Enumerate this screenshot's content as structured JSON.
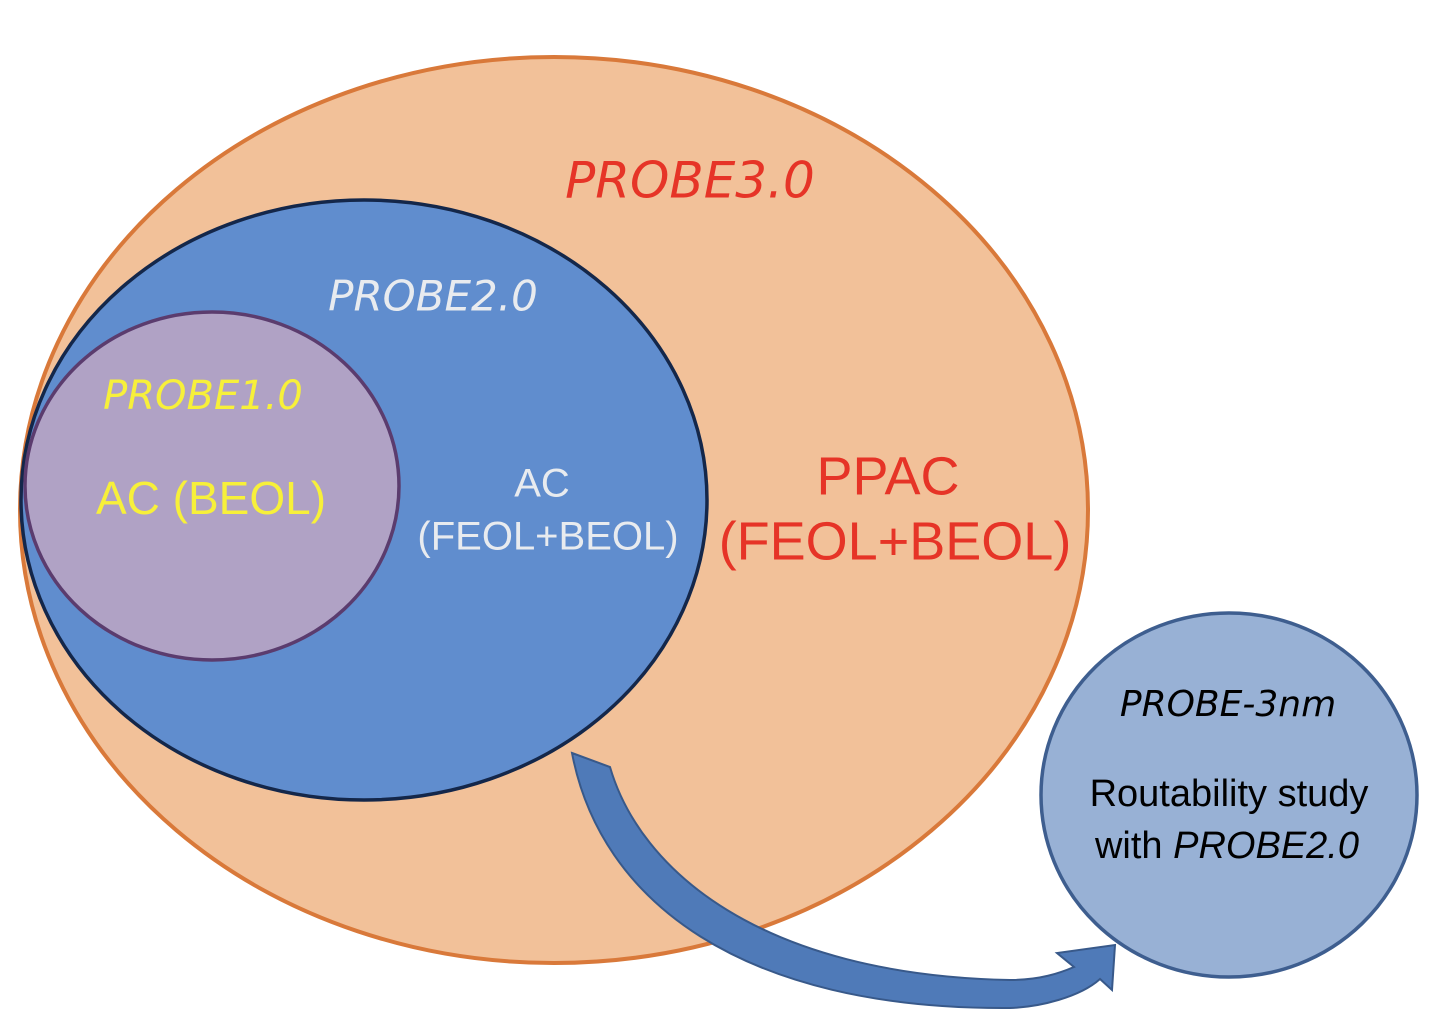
{
  "diagram": {
    "outer": {
      "title": "PROBE3.0",
      "line1": "PPAC",
      "line2": "(FEOL+BEOL)",
      "fill_color": "#f2c199",
      "stroke_color": "#d9793a",
      "text_color": "#e63427"
    },
    "middle": {
      "title": "PROBE2.0",
      "line1": "AC",
      "line2": "(FEOL+BEOL)",
      "fill_color": "#608dce",
      "stroke_color": "#14274a",
      "text_color": "#e8ebef"
    },
    "inner": {
      "title": "PROBE1.0",
      "line1": "AC (BEOL)",
      "fill_color": "#b0a2c5",
      "stroke_color": "#5b3c6e",
      "text_color": "#f7f03a"
    },
    "side": {
      "title": "PROBE-3nm",
      "line1": "Routability study",
      "line2_prefix": "with ",
      "line2_emphasis": "PROBE2.0",
      "fill_color": "#98b1d5",
      "stroke_color": "#3e5e8f",
      "text_color": "#000000"
    },
    "arrow": {
      "fill_color": "#4f7ab8",
      "stroke_color": "#38598a"
    }
  }
}
